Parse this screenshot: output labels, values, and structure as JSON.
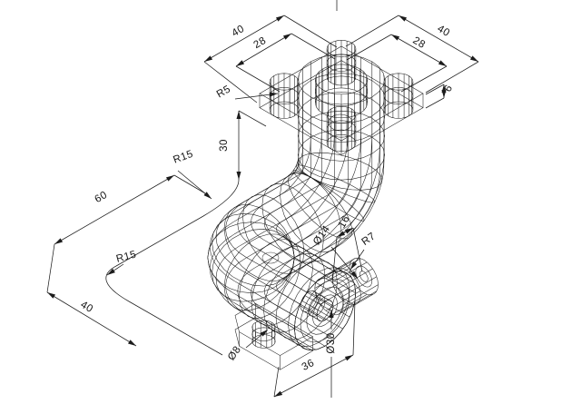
{
  "drawing": {
    "background": "#ffffff",
    "line_color": "#1c1c1c",
    "labels": {
      "top_left_40": "40",
      "top_left_28": "28",
      "top_right_40": "40",
      "top_right_28": "28",
      "r5": "R5",
      "thickness_6": "6",
      "height_30": "30",
      "r15_upper": "R15",
      "run_60": "60",
      "r15_lower": "R15",
      "bottom_left_40": "40",
      "dia_14": "Ø14",
      "len_16": "16",
      "r7": "R7",
      "dia_8": "Ø8",
      "dia_30": "Ø30",
      "len_36": "36"
    }
  }
}
